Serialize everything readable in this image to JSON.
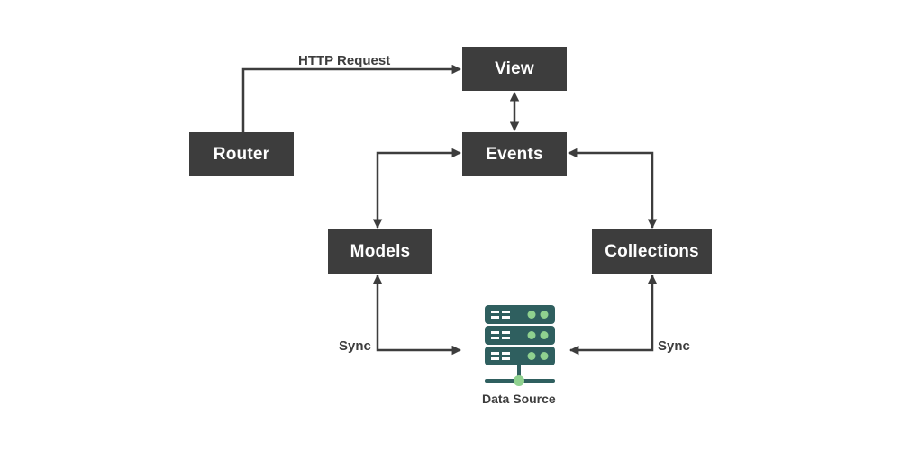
{
  "nodes": {
    "view": "View",
    "router": "Router",
    "events": "Events",
    "models": "Models",
    "collections": "Collections",
    "data_source": "Data Source"
  },
  "edges": {
    "router_to_view": "HTTP Request",
    "models_sync": "Sync",
    "collections_sync": "Sync"
  },
  "colors": {
    "box": "#3d3d3d",
    "server_body": "#2f5f5f",
    "server_led": "#8fd18f",
    "line": "#3d3d3d"
  }
}
